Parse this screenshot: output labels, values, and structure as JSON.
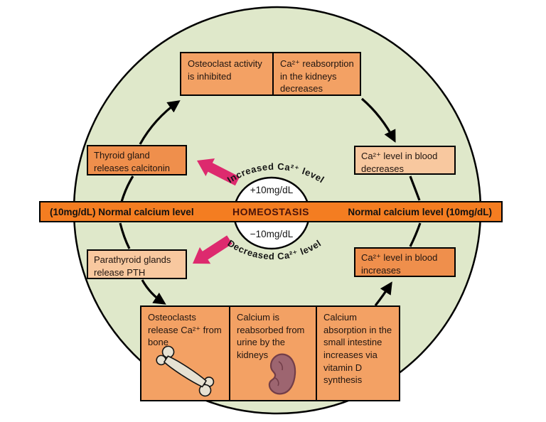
{
  "colors": {
    "circle_green": "#dfe8ca",
    "band_orange": "#f47d21",
    "box_orange_medium": "#f3a164",
    "box_orange_dark": "#ef8f4c",
    "box_peach_light": "#f8c89f",
    "pink_arrow": "#dd2a6e",
    "homeostasis_text": "#4a130a",
    "ink": "#201510"
  },
  "band": {
    "left": "(10mg/dL) Normal calcium level",
    "center": "HOMEOSTASIS",
    "right": "Normal calcium level (10mg/dL)"
  },
  "center": {
    "upper_label": "+10mg/dL",
    "lower_label": "−10mg/dL"
  },
  "arc_labels": {
    "increased": "Increased Ca²⁺ level",
    "decreased": "Decreased Ca²⁺ level"
  },
  "boxes": {
    "osteoclast_inhibited": "Osteoclast activity is inhibited",
    "reabsorption_decreases": "Ca²⁺ reabsorption in the kidneys decreases",
    "thyroid": "Thyroid gland releases calcitonin",
    "blood_decreases": "Ca²⁺ level in blood decreases",
    "parathyroid": "Parathyroid glands release PTH",
    "blood_increases": "Ca²⁺ level in blood increases",
    "osteoclasts_release": "Osteoclasts release Ca²⁺ from bone",
    "kidney_reabsorb": "Calcium is reabsorbed from urine by the kidneys",
    "intestine_absorption": "Calcium absorption in the small intestine increases via vitamin D synthesis"
  },
  "icons": {
    "bone": "bone-illustration",
    "kidney": "kidney-illustration"
  }
}
